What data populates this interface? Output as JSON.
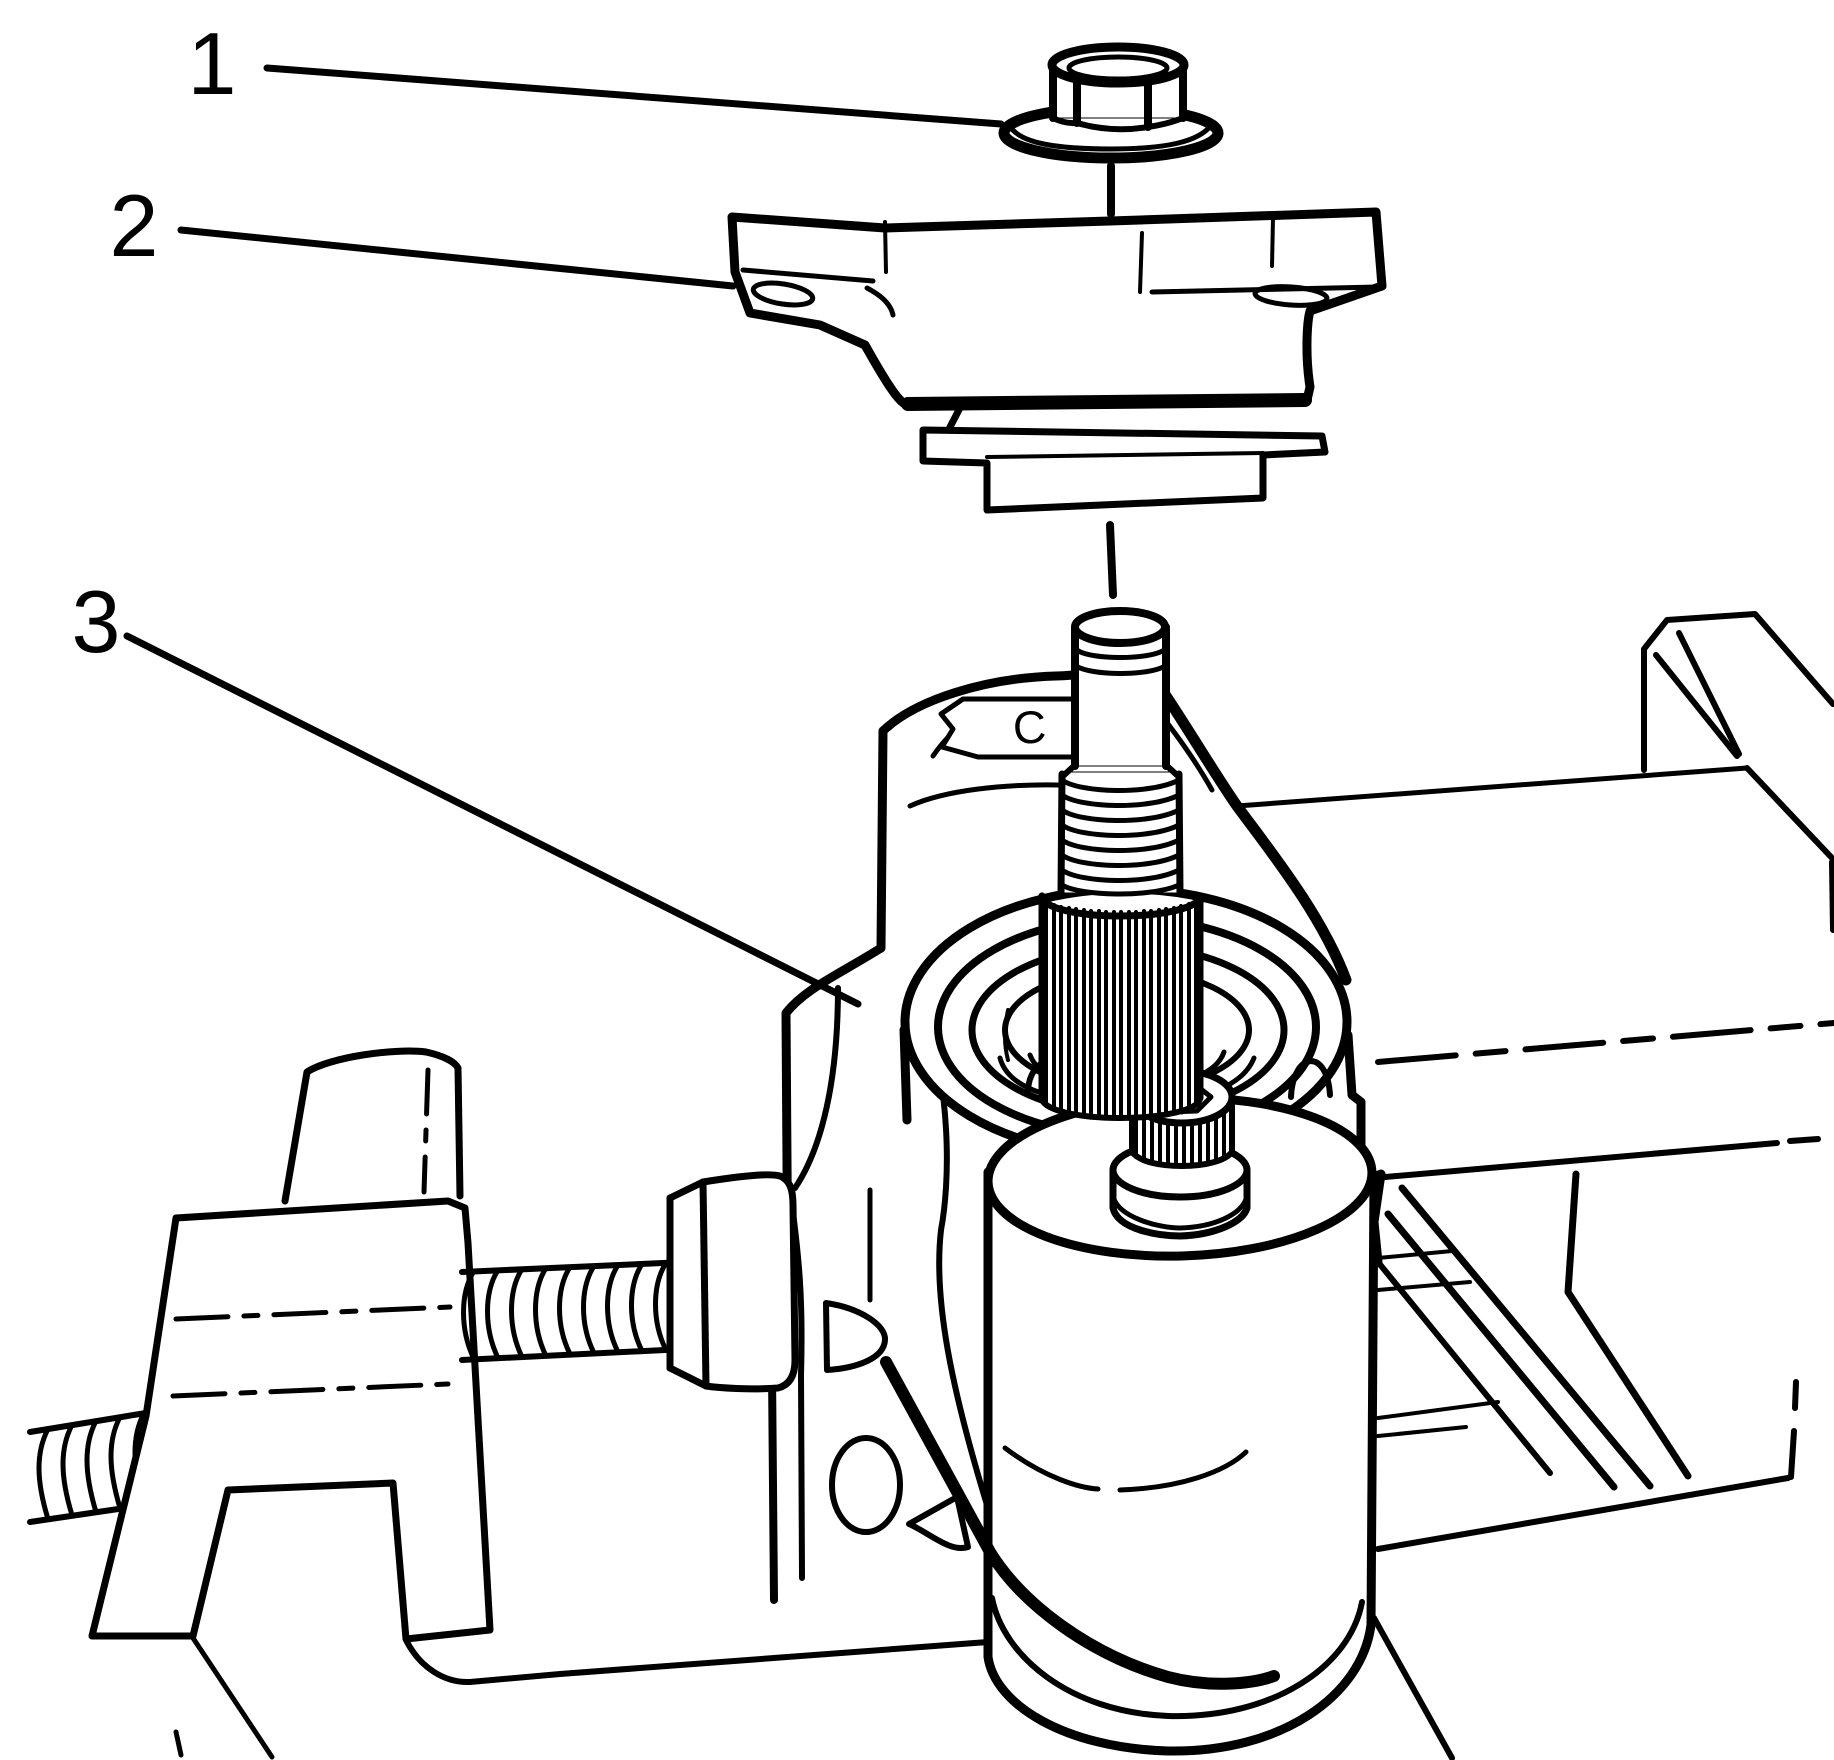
{
  "figure": {
    "type": "exploded parts line diagram",
    "background_color": "#ffffff",
    "line_color": "#000000",
    "callouts": [
      {
        "label": "1"
      },
      {
        "label": "2"
      },
      {
        "label": "3"
      }
    ],
    "cast_mark": "C"
  }
}
